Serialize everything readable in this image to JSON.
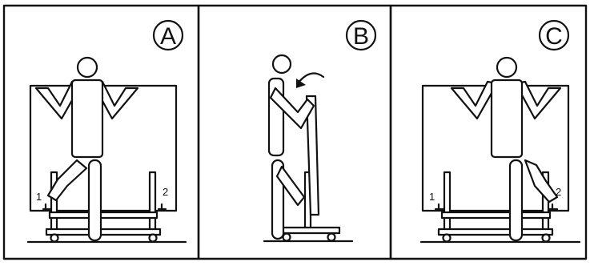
{
  "panels": [
    {
      "letter": "A",
      "labels": [
        "1",
        "2"
      ]
    },
    {
      "letter": "B",
      "labels": []
    },
    {
      "letter": "C",
      "labels": [
        "1",
        "2"
      ]
    }
  ],
  "colors": {
    "stroke": "#111111",
    "fill": "#ffffff"
  }
}
